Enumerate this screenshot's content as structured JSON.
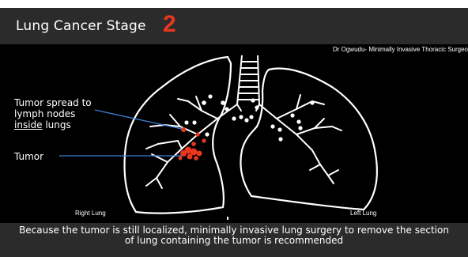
{
  "title": {
    "text": "Lung Cancer Stage",
    "stage": "2"
  },
  "credit": "Dr Ogwudu- Minimally Invasive Thoracic Surgeo",
  "labels": {
    "spread_line1": "Tumor spread to",
    "spread_line2": "lymph nodes",
    "spread_inside": "inside",
    "spread_lungs": " lungs",
    "tumor": "Tumor",
    "right_lung": "Right Lung",
    "left_lung": "Left Lung"
  },
  "caption": "Because the tumor is still localized, minimally invasive lung surgery to remove the section of lung containing the tumor is recommended",
  "colors": {
    "tumor": "#e8361f",
    "pointer": "#3d7fd6",
    "lung_outline": "#ffffff",
    "bar": "#2b2b2b"
  }
}
